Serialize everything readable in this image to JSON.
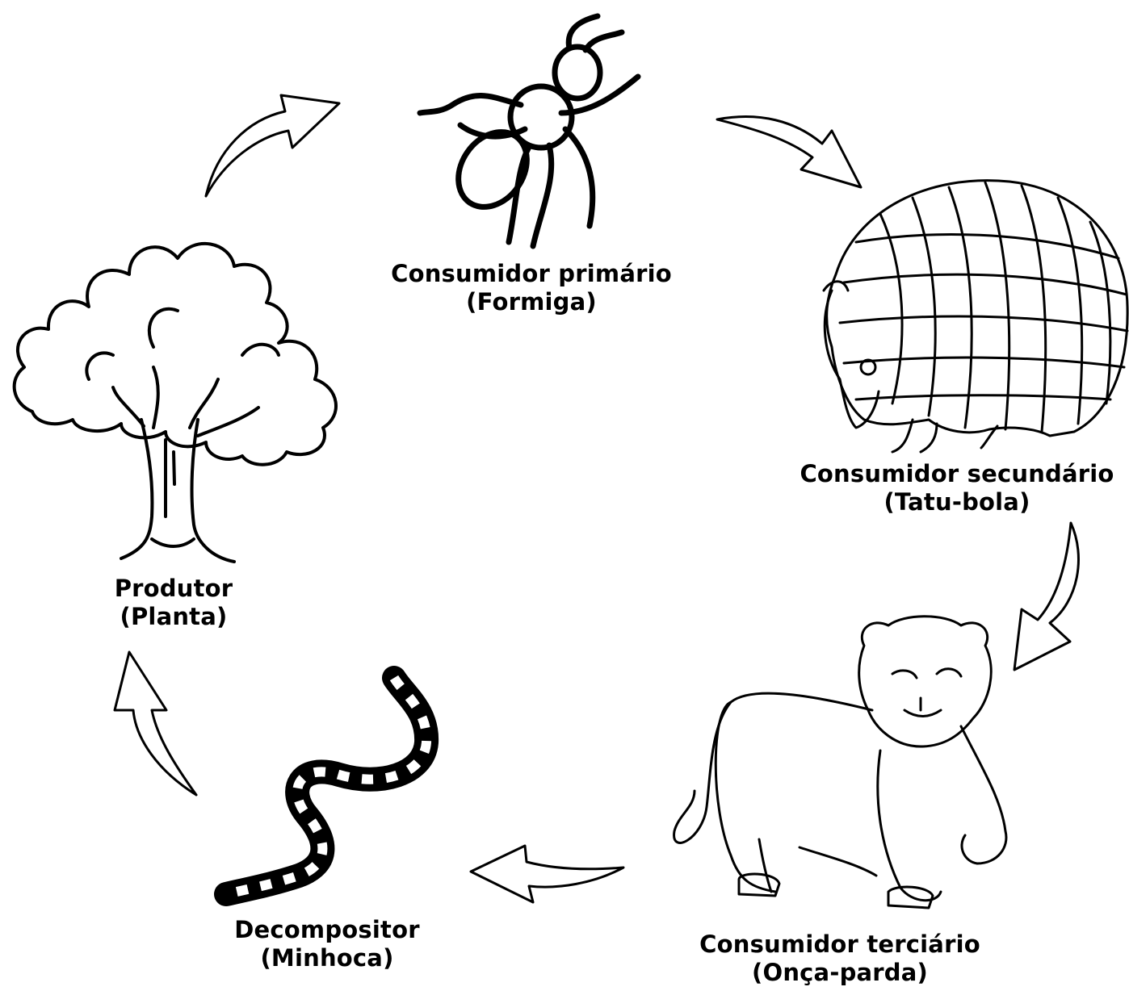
{
  "nodes": {
    "producer": {
      "role": "Produtor",
      "organism": "(Planta)",
      "icon": "tree-icon"
    },
    "primary": {
      "role": "Consumidor primário",
      "organism": "(Formiga)",
      "icon": "ant-icon"
    },
    "secondary": {
      "role": "Consumidor secundário",
      "organism": "(Tatu-bola)",
      "icon": "armadillo-icon"
    },
    "tertiary": {
      "role": "Consumidor terciário",
      "organism": "(Onça-parda)",
      "icon": "puma-icon"
    },
    "decomposer": {
      "role": "Decompositor",
      "organism": "(Minhoca)",
      "icon": "earthworm-icon"
    }
  },
  "flow": [
    "producer",
    "primary",
    "secondary",
    "tertiary",
    "decomposer",
    "producer"
  ],
  "colors": {
    "ink": "#000000",
    "background": "#ffffff"
  }
}
